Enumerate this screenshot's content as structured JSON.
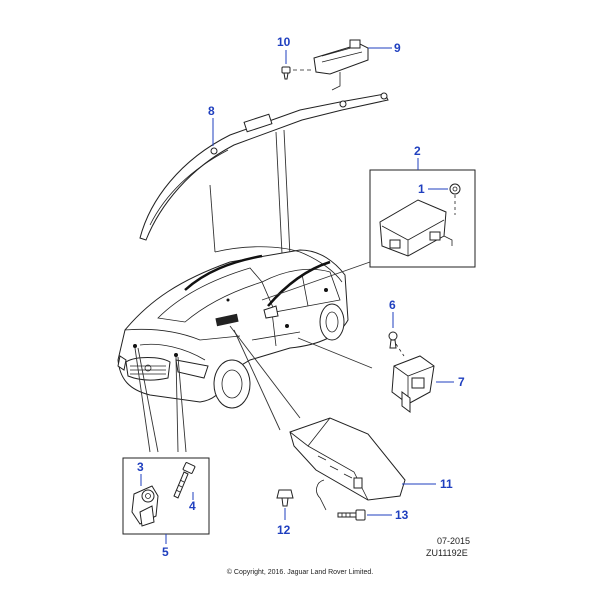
{
  "callouts": {
    "c1": "1",
    "c2": "2",
    "c3": "3",
    "c4": "4",
    "c5": "5",
    "c6": "6",
    "c7": "7",
    "c8": "8",
    "c9": "9",
    "c10": "10",
    "c11": "11",
    "c12": "12",
    "c13": "13"
  },
  "footer": {
    "date": "07-2015",
    "ref": "ZU11192E",
    "copyright": "© Copyright, 2016. Jaguar Land Rover Limited."
  },
  "colors": {
    "callout": "#1f3fbf",
    "line": "#222222"
  }
}
